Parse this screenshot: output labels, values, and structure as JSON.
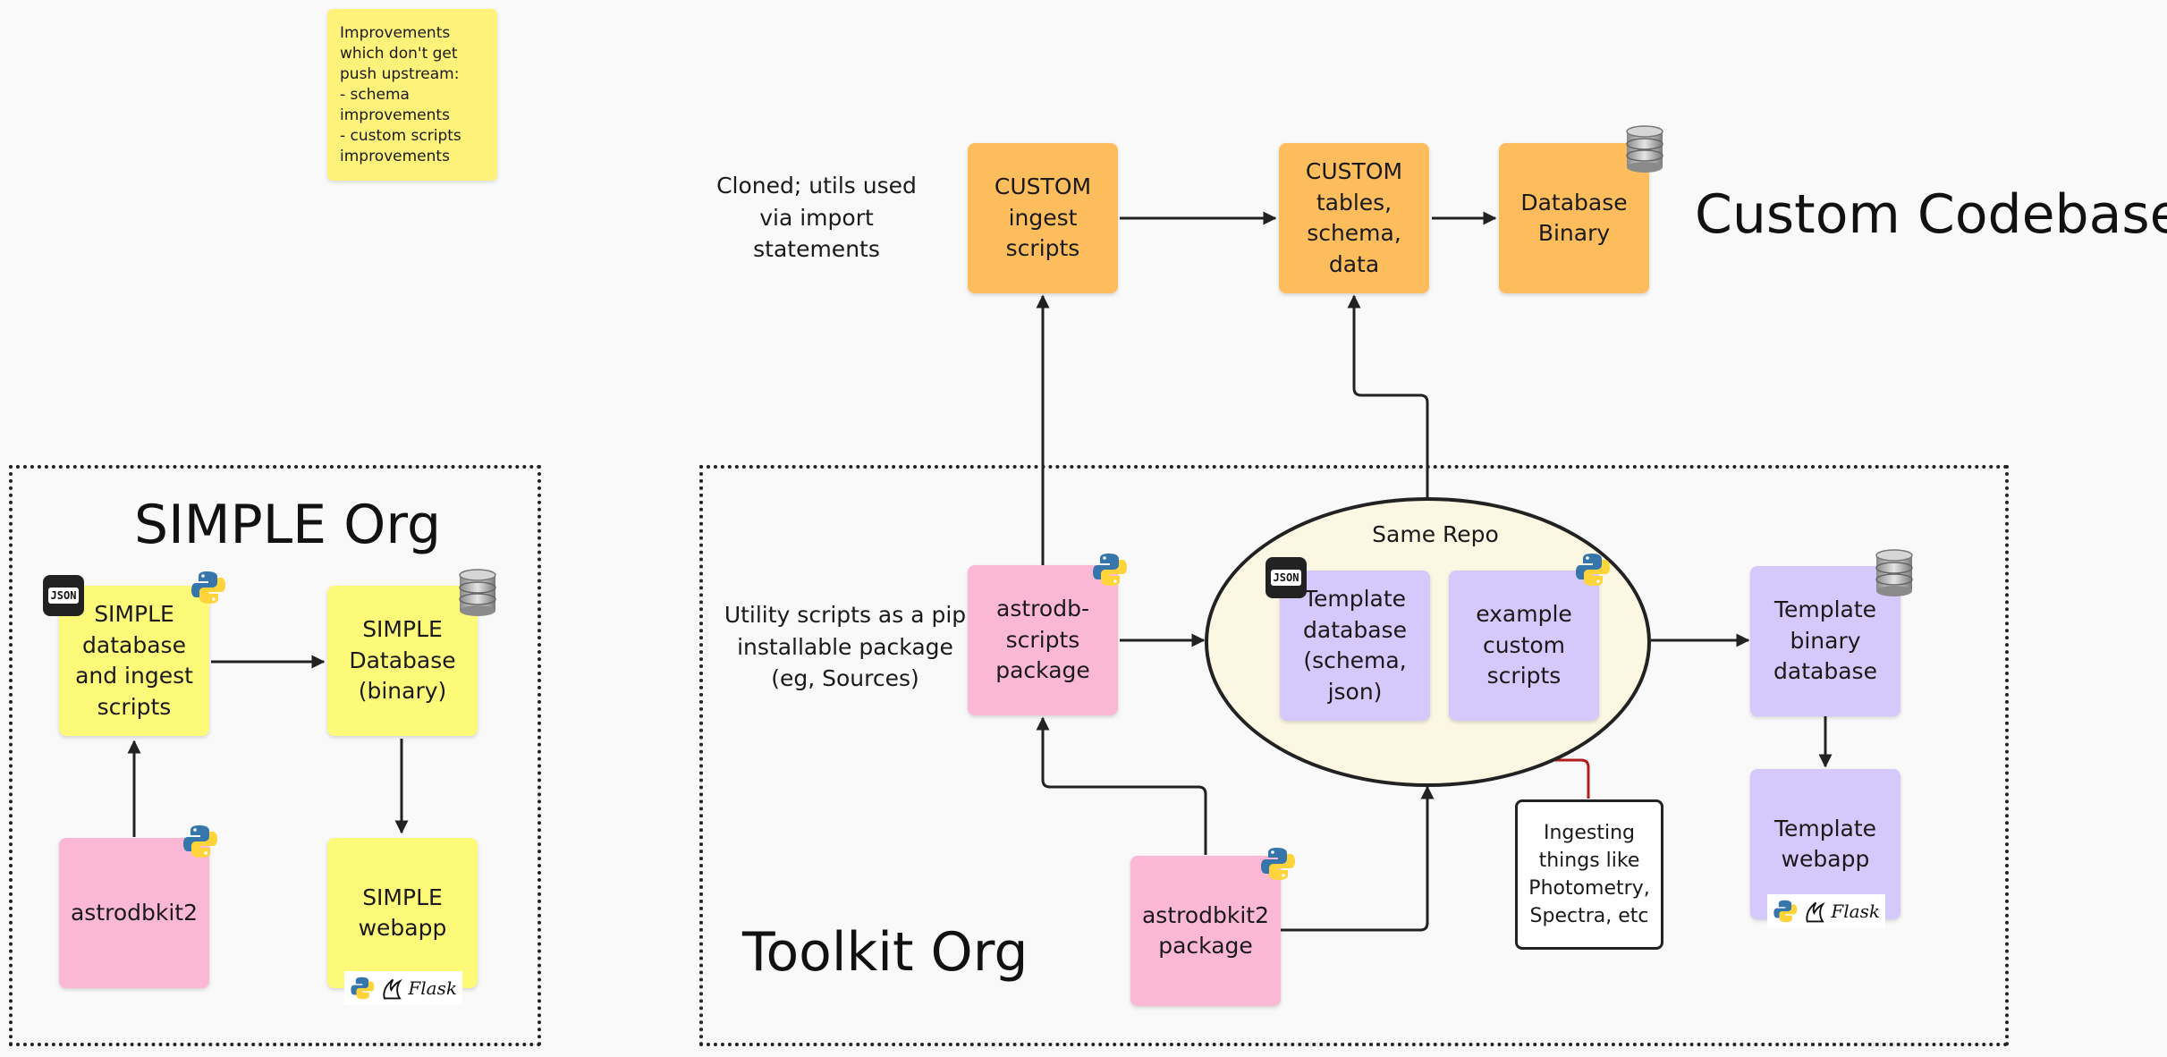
{
  "regions": {
    "simple_org": "SIMPLE Org",
    "toolkit_org": "Toolkit Org",
    "custom_codebases": "Custom Codebases"
  },
  "sticky_note": "Improvements\nwhich don't get\npush upstream:\n- schema\nimprovements\n- custom scripts\nimprovements",
  "labels": {
    "cloned": "Cloned; utils used via import statements",
    "utility": "Utility scripts as a pip installable package (eg, Sources)",
    "same_repo": "Same Repo",
    "ingesting": "Ingesting things like Photometry, Spectra, etc"
  },
  "nodes": {
    "simple_db_scripts": "SIMPLE database and ingest scripts",
    "simple_db_binary": "SIMPLE Database (binary)",
    "simple_webapp": "SIMPLE webapp",
    "astrodbkit2": "astrodbkit2",
    "custom_ingest": "CUSTOM ingest scripts",
    "custom_tables": "CUSTOM tables, schema, data",
    "database_binary": "Database Binary",
    "astrodb_scripts": "astrodb-scripts package",
    "template_database": "Template database (schema, json)",
    "example_scripts": "example custom scripts",
    "template_binary": "Template binary database",
    "template_webapp": "Template webapp",
    "astrodbkit2_package": "astrodbkit2 package"
  },
  "icon_text": {
    "json": "JSON",
    "flask": "Flask"
  },
  "colors": {
    "yellow": "#fdfa7a",
    "pink": "#fbb8d5",
    "orange": "#fdbd5d",
    "purple": "#d5c8fa",
    "ellipse_fill": "#fcf7e2",
    "red_connector": "#b01e1e"
  }
}
